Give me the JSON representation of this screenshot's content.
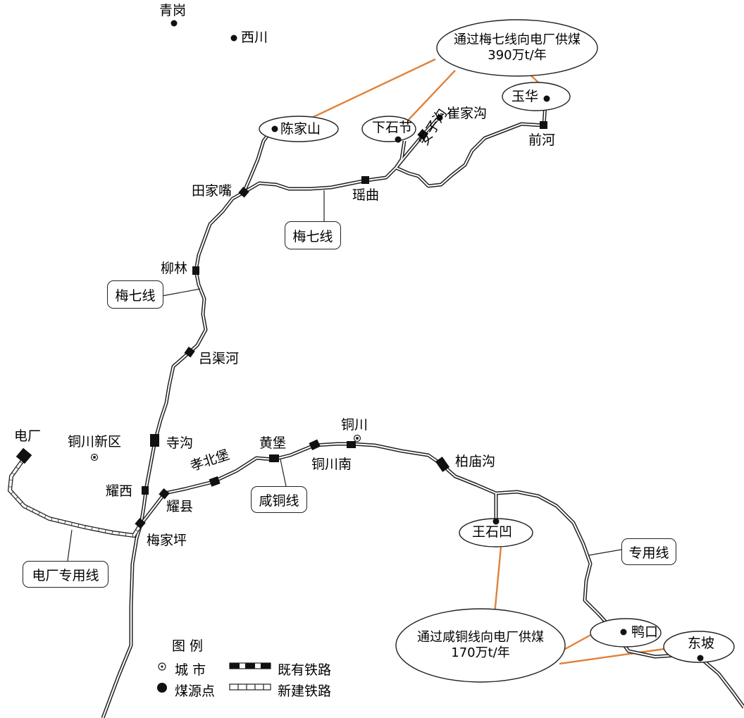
{
  "colors": {
    "callout_line": "#e0823a",
    "line": "#222222",
    "existing_fill": "#111111"
  },
  "places": {
    "qinggang": "青岗",
    "xichuan": "西川",
    "chenjiashan": "陈家山",
    "xiashijie": "下石节",
    "cuijiagou": "崔家沟",
    "yuhua": "玉华",
    "qianhe": "前河",
    "anzigou": "安子沟",
    "tianjiazui": "田家嘴",
    "yaoqu": "瑶曲",
    "liulin": "柳林",
    "lvquhe": "吕渠河",
    "dianchang": "电厂",
    "tongchuan_xinqu": "铜川新区",
    "sigou": "寺沟",
    "yaoxi": "耀西",
    "yaoxian": "耀县",
    "meijiaping": "梅家坪",
    "xiaobeibao": "孝北堡",
    "huangbao": "黄堡",
    "tongchuan": "铜川",
    "tongchuannan": "铜川南",
    "baimiaogou": "柏庙沟",
    "wangshiao": "王石凹",
    "yakou": "鸭口",
    "dongpo": "东坡"
  },
  "line_tags": {
    "meiqi_a": "梅七线",
    "meiqi_b": "梅七线",
    "xiantong": "咸铜线",
    "dianchang_zhuanyong": "电厂专用线",
    "zhuanyong": "专用线"
  },
  "callouts": {
    "meiqi": {
      "line1": "通过梅七线向电厂供煤",
      "line2": "390万t/年"
    },
    "xiantong": {
      "line1": "通过咸铜线向电厂供煤",
      "line2": "170万t/年"
    }
  },
  "legend": {
    "title": "图  例",
    "city": "城  市",
    "source": "煤源点",
    "existing": "既有铁路",
    "new": "新建铁路"
  }
}
